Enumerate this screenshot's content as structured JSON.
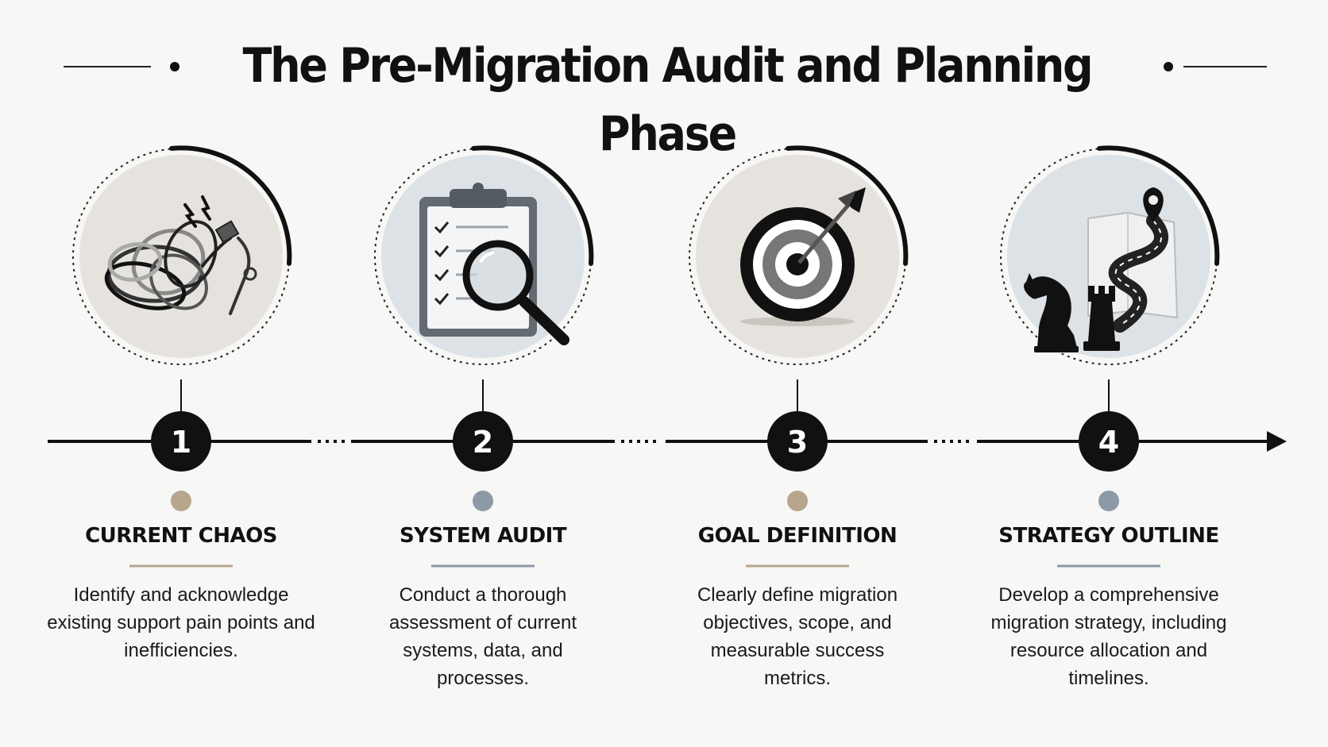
{
  "title": "The Pre-Migration Audit and Planning Phase",
  "colors": {
    "background": "#f7f7f6",
    "ink": "#111111",
    "warm_accent": "#b7a58e",
    "cool_accent": "#8c99a6",
    "warm_circle": "#e6e3de",
    "cool_circle": "#dde2e7"
  },
  "steps": [
    {
      "number": "1",
      "label": "CURRENT CHAOS",
      "description": "Identify and acknowledge existing support pain points and inefficiencies.",
      "icon": "tangled-chaos-icon",
      "accent": "#b7a58e"
    },
    {
      "number": "2",
      "label": "SYSTEM AUDIT",
      "description": "Conduct a thorough assessment of current systems, data, and processes.",
      "icon": "clipboard-magnifier-icon",
      "accent": "#8c99a6"
    },
    {
      "number": "3",
      "label": "GOAL DEFINITION",
      "description": "Clearly define migration objectives, scope, and measurable success metrics.",
      "icon": "target-arrow-icon",
      "accent": "#b7a58e"
    },
    {
      "number": "4",
      "label": "STRATEGY OUTLINE",
      "description": "Develop a comprehensive migration strategy, including resource allocation and timelines.",
      "icon": "chess-roadmap-icon",
      "accent": "#8c99a6"
    }
  ]
}
